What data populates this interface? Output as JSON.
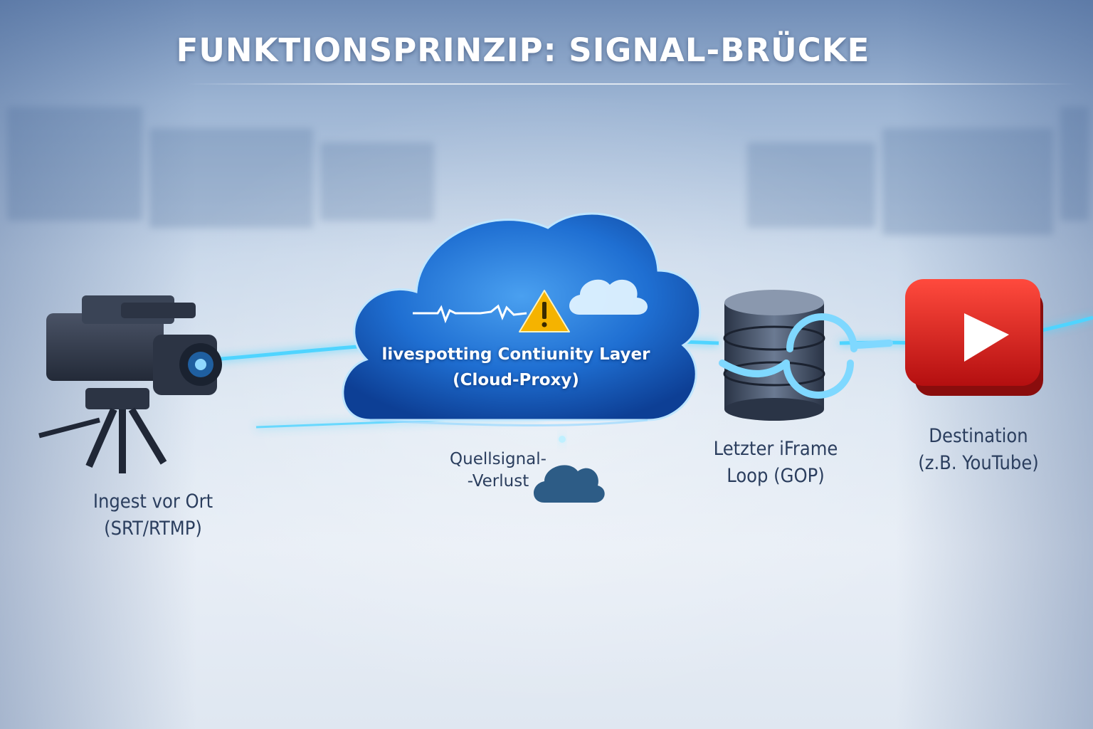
{
  "title": "FUNKTIONSPRINZIP: SIGNAL-BRÜCKE",
  "nodes": {
    "ingest": {
      "line1": "Ingest vor Ort",
      "line2": "(SRT/RTMP)",
      "icon": "video-camera-icon"
    },
    "proxy": {
      "line1": "livespotting Contiunity Layer",
      "line2": "(Cloud-Proxy)",
      "icon": "cloud-icon"
    },
    "loss": {
      "line1": "Quellsignal-",
      "line2": "-Verlust",
      "icon": "small-cloud-icon"
    },
    "loop": {
      "line1": "Letzter iFrame",
      "line2": "Loop (GOP)",
      "icon": "database-loop-icon"
    },
    "destination": {
      "line1": "Destination",
      "line2": "(z.B. YouTube)",
      "icon": "youtube-play-icon"
    }
  },
  "colors": {
    "beam": "#4fd4ff",
    "cloud": "#1e6ad0",
    "warning": "#f5b300",
    "youtube": "#e02020",
    "label": "#2b3e5e"
  }
}
